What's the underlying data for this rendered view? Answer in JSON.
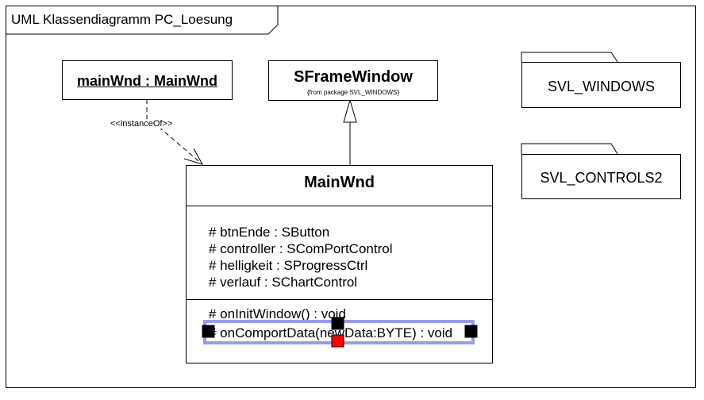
{
  "diagram": {
    "frame_title": "UML Klassendiagramm PC_Loesung",
    "object": {
      "label": "mainWnd : MainWnd"
    },
    "stereotype": "<<instanceOf>>",
    "superclass": {
      "name": "SFrameWindow",
      "from": "{from package SVL_WINDOWS}"
    },
    "class": {
      "name": "MainWnd",
      "attributes": [
        "# btnEnde : SButton",
        "# controller : SComPortControl",
        "# helligkeit : SProgressCtrl",
        "# verlauf : SChartControl"
      ],
      "operations": [
        "# onInitWindow() : void",
        "# onComportData(newData:BYTE) : void"
      ]
    },
    "packages": [
      {
        "name": "SVL_WINDOWS"
      },
      {
        "name": "SVL_CONTROLS2"
      }
    ],
    "colors": {
      "selection": "#9a9af0",
      "handle": "#000000",
      "handle_active": "#ff0000"
    }
  }
}
